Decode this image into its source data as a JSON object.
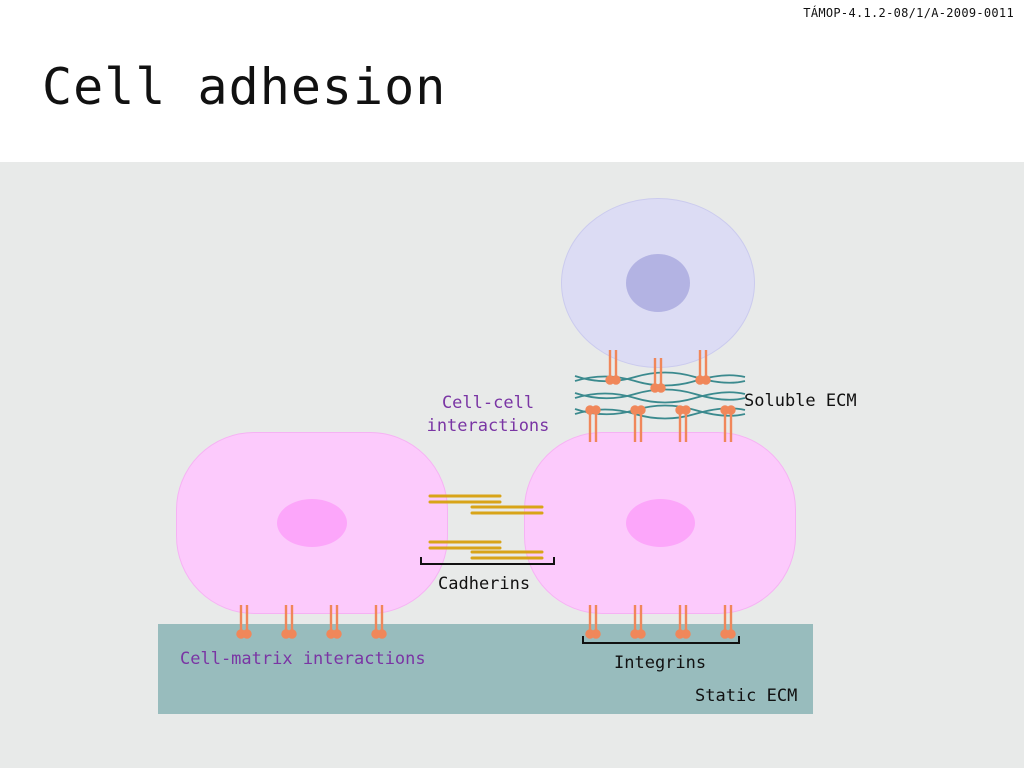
{
  "header": {
    "code": "TÁMOP-4.1.2-08/1/A-2009-0011",
    "title": "Cell adhesion"
  },
  "labels": {
    "soluble_ecm": "Soluble ECM",
    "cell_cell_line1": "Cell-cell",
    "cell_cell_line2": "interactions",
    "cadherins": "Cadherins",
    "cell_matrix": "Cell-matrix interactions",
    "integrins": "Integrins",
    "static_ecm": "Static ECM"
  },
  "colors": {
    "background_panel": "#e8eae9",
    "static_ecm": "#98bcbd",
    "cell": "#fccafc",
    "nucleus": "#fca6fa",
    "floating_cell": "#dcdcf4",
    "floating_nucleus": "#b3b3e3",
    "integrin": "#f0875a",
    "cadherin": "#d8a418",
    "soluble_ecm_fiber": "#3b8a8e",
    "interaction_label": "#7a35a4"
  }
}
